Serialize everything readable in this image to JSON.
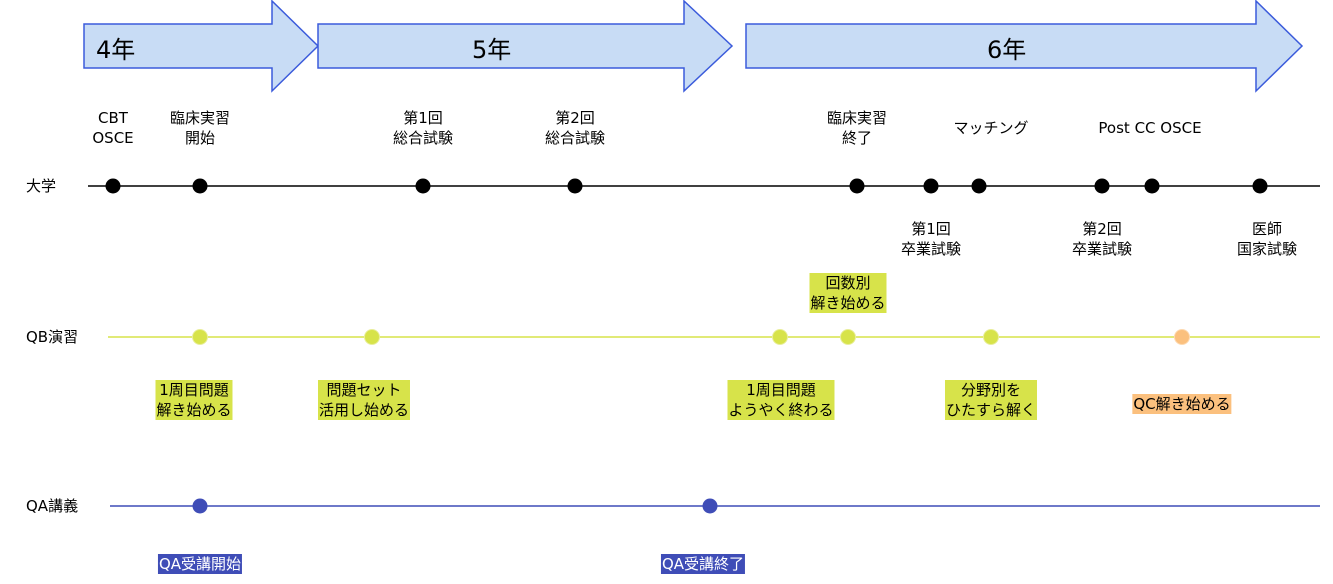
{
  "years": [
    {
      "label": "4年"
    },
    {
      "label": "5年"
    },
    {
      "label": "6年"
    }
  ],
  "rows": {
    "university": "大学",
    "qb": "QB演習",
    "qa": "QA講義"
  },
  "university_events_above": [
    {
      "text": "CBT\nOSCE"
    },
    {
      "text": "臨床実習\n開始"
    },
    {
      "text": "第1回\n総合試験"
    },
    {
      "text": "第2回\n総合試験"
    },
    {
      "text": "臨床実習\n終了"
    },
    {
      "text": "マッチング"
    },
    {
      "text": "Post CC OSCE"
    }
  ],
  "university_events_below": [
    {
      "text": "第1回\n卒業試験"
    },
    {
      "text": "第2回\n卒業試験"
    },
    {
      "text": "医師\n国家試験"
    }
  ],
  "qb_events": [
    {
      "text": "1周目問題\n解き始める"
    },
    {
      "text": "問題セット\n活用し始める"
    },
    {
      "text": "1周目問題\nようやく終わる"
    },
    {
      "text": "回数別\n解き始める"
    },
    {
      "text": "分野別を\nひたすら解く"
    },
    {
      "text": "QC解き始める"
    }
  ],
  "qa_events": [
    {
      "text": "QA受講開始"
    },
    {
      "text": "QA受講終了"
    }
  ],
  "colors": {
    "arrow_fill": "#c8dcf5",
    "arrow_stroke": "#3b5bdb",
    "university_line": "#000000",
    "qb_line": "#d7e34a",
    "qb_dot": "#d7e34a",
    "qc_dot": "#fbc07e",
    "qa_line": "#3f4db7",
    "qa_dot": "#3f4db7"
  }
}
